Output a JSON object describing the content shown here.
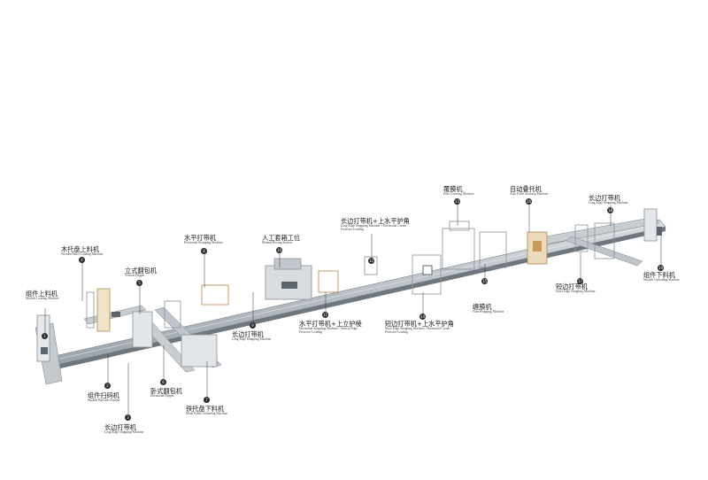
{
  "stations": [
    {
      "id": "1",
      "zh": "组件上料机",
      "en": "Module Loading Machine"
    },
    {
      "id": "2",
      "zh": "组件扫码机",
      "en": "Module Barcode Scanner"
    },
    {
      "id": "3",
      "zh": "长边打带机",
      "en": "Long Edge Strapping Machine"
    },
    {
      "id": "4",
      "zh": "木托盘上料机",
      "en": "Wooden Pallet Loading Machine"
    },
    {
      "id": "5",
      "zh": "立式翻包机",
      "en": "Vertical Flipper"
    },
    {
      "id": "6",
      "zh": "卧式翻包机",
      "en": "Horizontal Flipper"
    },
    {
      "id": "7",
      "zh": "铁托盘下料机",
      "en": "Metal Pallet Unloading Machine"
    },
    {
      "id": "8",
      "zh": "水平打带机",
      "en": "Horizontal Strapping Machine"
    },
    {
      "id": "9",
      "zh": "长边打带机",
      "en": "Long Edge Strapping Machine"
    },
    {
      "id": "10",
      "zh": "人工套箱工位",
      "en": "Manual Boxing Station"
    },
    {
      "id": "11",
      "zh": "水平打带机+上立护棱",
      "en": "Horizontal Strapping Machine / Vertical Edge Protector Loading"
    },
    {
      "id": "12",
      "zh": "长边打带机+上水平护角",
      "en": "Long Edge Strapping Machine + Horizontal Corner Protector Loading"
    },
    {
      "id": "13",
      "zh": "覆膜机",
      "en": "Film Covering Machine"
    },
    {
      "id": "14",
      "zh": "短边打带机+上水平护角",
      "en": "Short Edge Strapping Machine / Horizontal Corner Protector Loading"
    },
    {
      "id": "15",
      "zh": "缠膜机",
      "en": "Film Wrapping Machine"
    },
    {
      "id": "16",
      "zh": "自动叠托机",
      "en": "Auto Pallet Stacking Machine"
    },
    {
      "id": "17",
      "zh": "短边打带机",
      "en": "Short Edge Strapping Machine"
    },
    {
      "id": "18",
      "zh": "长边打带机",
      "en": "Long Edge Strapping Machine"
    },
    {
      "id": "19",
      "zh": "组件下料机",
      "en": "Module Unloading Machine"
    }
  ]
}
